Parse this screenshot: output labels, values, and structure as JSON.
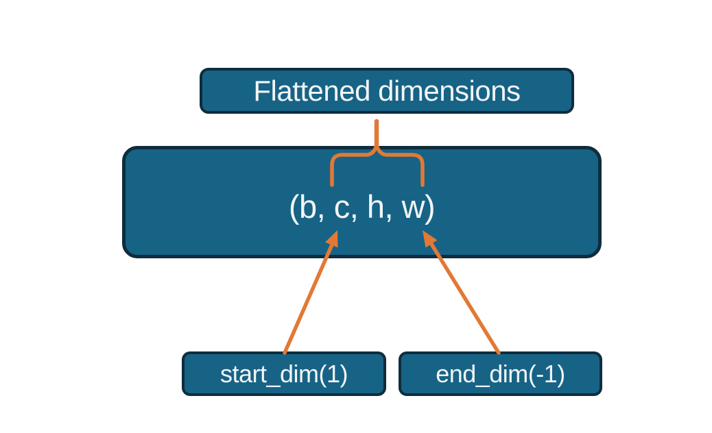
{
  "diagram": {
    "title_hint": "Tensor flatten operation diagram",
    "top_box": {
      "label": "Flattened dimensions"
    },
    "shape_box": {
      "label": "(b, c, h, w)"
    },
    "start_box": {
      "label": "start_dim(1)"
    },
    "end_box": {
      "label": "end_dim(-1)"
    },
    "connectors": {
      "brace": "brace spanning c,h,w range linking shape box to Flattened dimensions",
      "left_arrow": "arrow from start_dim(1) pointing to dimension c",
      "right_arrow": "arrow from end_dim(-1) pointing to dimension w"
    },
    "colors": {
      "background": "#ffffff",
      "node_fill": "#176386",
      "node_border": "#0e2d3d",
      "connector_orange": "#e27936",
      "label_text": "#f2f5f6"
    }
  }
}
